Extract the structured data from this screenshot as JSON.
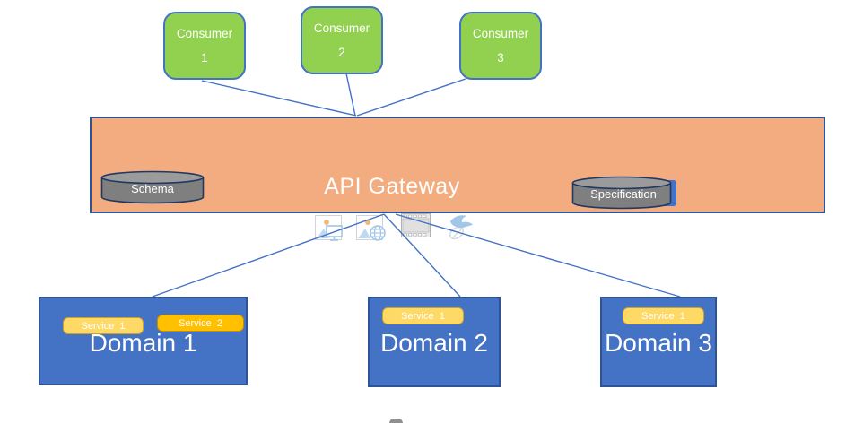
{
  "diagram": {
    "title": "API gateway architecture diagram",
    "consumers": [
      {
        "line1": "Consumer",
        "line2": "1"
      },
      {
        "line1": "Consumer",
        "line2": "2"
      },
      {
        "line1": "Consumer",
        "line2": "3"
      }
    ],
    "gateway": {
      "title": "API Gateway",
      "stores": [
        {
          "label": "Schema"
        },
        {
          "label": "Specification"
        }
      ]
    },
    "media_icons": [
      {
        "name": "picture-monitor-icon"
      },
      {
        "name": "picture-globe-icon"
      },
      {
        "name": "film-strip-icon"
      },
      {
        "name": "dove-leaf-icon"
      }
    ],
    "domains": [
      {
        "label": "Domain 1",
        "services": [
          {
            "label": "Service  1"
          },
          {
            "label": "Service  2"
          }
        ]
      },
      {
        "label": "Domain 2",
        "services": [
          {
            "label": "Service  1"
          }
        ]
      },
      {
        "label": "Domain 3",
        "services": [
          {
            "label": "Service  1"
          }
        ]
      }
    ],
    "colors": {
      "consumer_green": "#92D050",
      "gateway_orange": "#F2AC80",
      "domain_blue": "#4472C4",
      "border_navy": "#2F5496",
      "service_light": "#FFD966",
      "service_dark": "#FFC000",
      "cylinder_gray": "#7F7F7F",
      "connector_blue": "#4472C4"
    }
  }
}
